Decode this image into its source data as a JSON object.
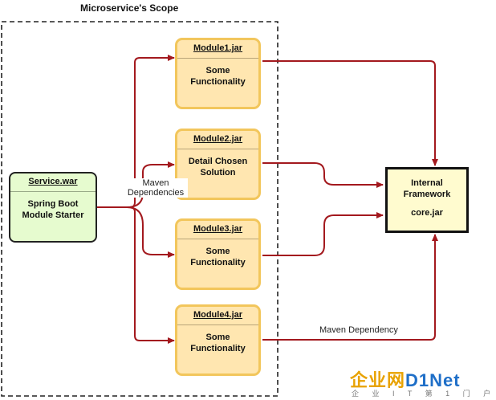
{
  "scope_title": "Microservice's Scope",
  "service": {
    "name": "Service.war",
    "body": [
      "Spring Boot",
      "Module Starter"
    ]
  },
  "modules": [
    {
      "name": "Module1.jar",
      "body": [
        "Some",
        "Functionality"
      ]
    },
    {
      "name": "Module2.jar",
      "body": [
        "Detail Chosen",
        "Solution"
      ]
    },
    {
      "name": "Module3.jar",
      "body": [
        "Some",
        "Functionality"
      ]
    },
    {
      "name": "Module4.jar",
      "body": [
        "Some",
        "Functionality"
      ]
    }
  ],
  "framework": {
    "title": [
      "Internal",
      "Framework"
    ],
    "file": "core.jar"
  },
  "labels": {
    "maven_dependencies": [
      "Maven",
      "Dependencies"
    ],
    "maven_dependency": "Maven Dependency"
  },
  "watermark": {
    "main": "企业网D1Net",
    "sub": "企 业 I T 第 1 门 户"
  },
  "colors": {
    "arrow": "#a3191e",
    "module_fill": "#ffe6b0",
    "module_border": "#f2c65c",
    "service_fill": "#e6fbcf",
    "framework_fill": "#fffbcf"
  }
}
